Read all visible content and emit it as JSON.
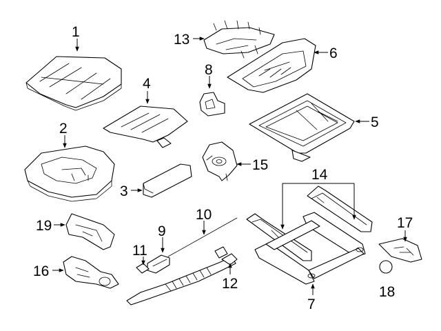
{
  "callouts": [
    {
      "id": "1",
      "text": "1"
    },
    {
      "id": "2",
      "text": "2"
    },
    {
      "id": "3",
      "text": "3"
    },
    {
      "id": "4",
      "text": "4"
    },
    {
      "id": "5",
      "text": "5"
    },
    {
      "id": "6",
      "text": "6"
    },
    {
      "id": "7",
      "text": "7"
    },
    {
      "id": "8",
      "text": "8"
    },
    {
      "id": "9",
      "text": "9"
    },
    {
      "id": "10",
      "text": "10"
    },
    {
      "id": "11",
      "text": "11"
    },
    {
      "id": "12",
      "text": "12"
    },
    {
      "id": "13",
      "text": "13"
    },
    {
      "id": "14",
      "text": "14"
    },
    {
      "id": "15",
      "text": "15"
    },
    {
      "id": "16",
      "text": "16"
    },
    {
      "id": "17",
      "text": "17"
    },
    {
      "id": "18",
      "text": "18"
    },
    {
      "id": "19",
      "text": "19"
    }
  ],
  "colors": {
    "line": "#000000",
    "background": "#ffffff"
  }
}
